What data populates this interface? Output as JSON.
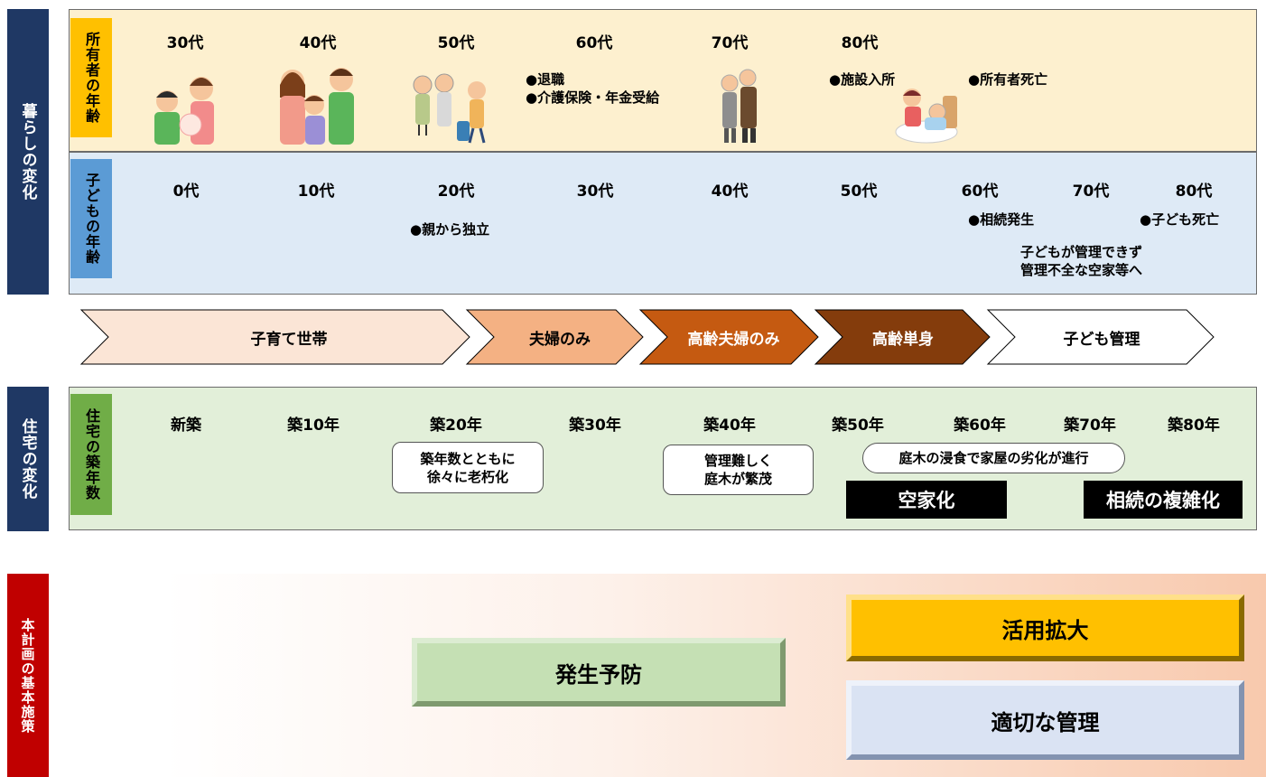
{
  "left_labels": {
    "lifestyle": "暮らしの変化",
    "housing": "住宅の変化",
    "policy": "本計画の基本施策"
  },
  "owner_row": {
    "label": "所有者の年齢",
    "ages": [
      "30代",
      "40代",
      "50代",
      "60代",
      "70代",
      "80代"
    ],
    "note_retire_1": "●退職",
    "note_retire_2": "●介護保険・年金受給",
    "note_facility": "●施設入所",
    "note_death": "●所有者死亡"
  },
  "child_row": {
    "label": "子どもの年齢",
    "ages": [
      "0代",
      "10代",
      "20代",
      "30代",
      "40代",
      "50代",
      "60代",
      "70代",
      "80代"
    ],
    "note_independent": "●親から独立",
    "note_inherit": "●相続発生",
    "note_child_death": "●子ども死亡",
    "note_manage_1": "子どもが管理できず",
    "note_manage_2": "管理不全な空家等へ"
  },
  "stages": [
    "子育て世帯",
    "夫婦のみ",
    "高齢夫婦のみ",
    "高齢単身",
    "子ども管理"
  ],
  "house_row": {
    "label": "住宅の築年数",
    "ages": [
      "新築",
      "築10年",
      "築20年",
      "築30年",
      "築40年",
      "築50年",
      "築60年",
      "築70年",
      "築80年"
    ],
    "callout_aging_1": "築年数とともに",
    "callout_aging_2": "徐々に老朽化",
    "callout_manage_1": "管理難しく",
    "callout_manage_2": "庭木が繁茂",
    "callout_erosion": "庭木の浸食で家屋の劣化が進行",
    "vacant": "空家化",
    "inherit_complex": "相続の複雑化"
  },
  "policies": {
    "prevention": "発生予防",
    "utilization": "活用拡大",
    "management": "適切な管理"
  },
  "colors": {
    "navy": "#1f3864",
    "red": "#c00000",
    "owner_bg": "#fdf0cf",
    "owner_tag": "#ffc000",
    "child_bg": "#deeaf6",
    "child_tag": "#5b9bd5",
    "house_bg": "#e2efd9",
    "house_tag": "#70ad47",
    "stage1": "#fbe5d6",
    "stage2": "#f4b183",
    "stage3": "#c55a11",
    "stage4": "#843c0c",
    "stage5": "#ffffff",
    "prevention": "#c5e0b4",
    "utilization": "#ffc000",
    "management": "#dae3f3"
  }
}
